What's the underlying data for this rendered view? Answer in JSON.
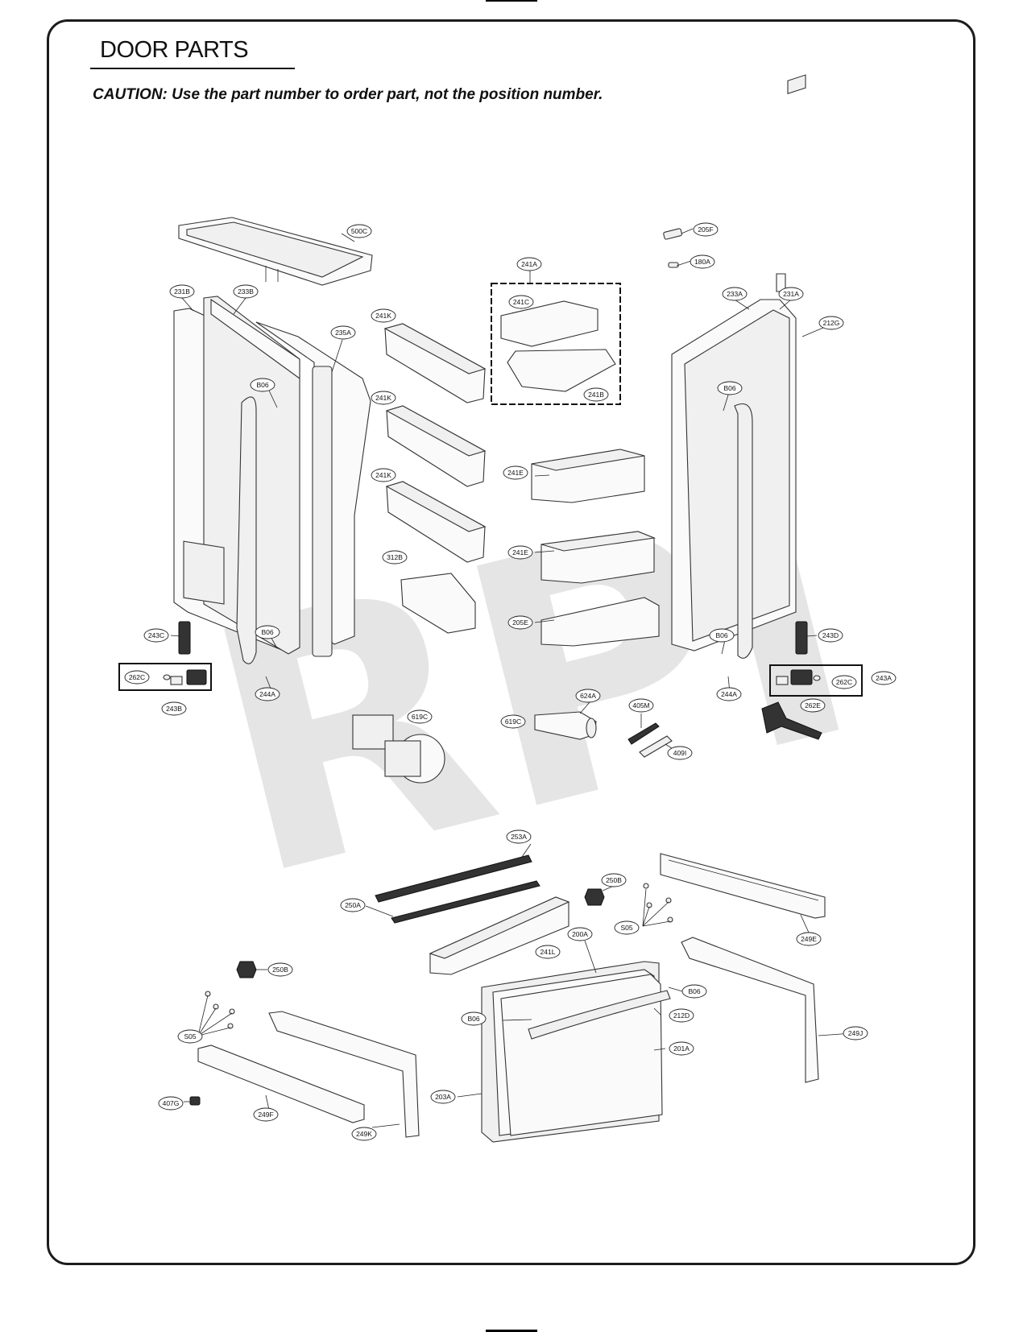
{
  "page": {
    "title": "DOOR PARTS",
    "caution": "CAUTION: Use the part number to order part, not the position number.",
    "watermark": "RPI"
  },
  "callouts": [
    {
      "label": "500C"
    },
    {
      "label": "205F"
    },
    {
      "label": "180A"
    },
    {
      "label": "241A"
    },
    {
      "label": "231B"
    },
    {
      "label": "233B"
    },
    {
      "label": "241K"
    },
    {
      "label": "241C"
    },
    {
      "label": "233A"
    },
    {
      "label": "231A"
    },
    {
      "label": "235A"
    },
    {
      "label": "212G"
    },
    {
      "label": "B06"
    },
    {
      "label": "241B"
    },
    {
      "label": "B06"
    },
    {
      "label": "241K"
    },
    {
      "label": "241E"
    },
    {
      "label": "241K"
    },
    {
      "label": "241E"
    },
    {
      "label": "312B"
    },
    {
      "label": "205E"
    },
    {
      "label": "243C"
    },
    {
      "label": "B06"
    },
    {
      "label": "B06"
    },
    {
      "label": "243D"
    },
    {
      "label": "262C"
    },
    {
      "label": "262C"
    },
    {
      "label": "243A"
    },
    {
      "label": "243B"
    },
    {
      "label": "244A"
    },
    {
      "label": "244A"
    },
    {
      "label": "262E"
    },
    {
      "label": "624A"
    },
    {
      "label": "405M"
    },
    {
      "label": "619C"
    },
    {
      "label": "619C"
    },
    {
      "label": "409I"
    },
    {
      "label": "253A"
    },
    {
      "label": "250B"
    },
    {
      "label": "250A"
    },
    {
      "label": "S05"
    },
    {
      "label": "249E"
    },
    {
      "label": "241L"
    },
    {
      "label": "200A"
    },
    {
      "label": "250B"
    },
    {
      "label": "B06"
    },
    {
      "label": "B06"
    },
    {
      "label": "212D"
    },
    {
      "label": "249J"
    },
    {
      "label": "S05"
    },
    {
      "label": "201A"
    },
    {
      "label": "407G"
    },
    {
      "label": "249F"
    },
    {
      "label": "203A"
    },
    {
      "label": "249K"
    }
  ]
}
